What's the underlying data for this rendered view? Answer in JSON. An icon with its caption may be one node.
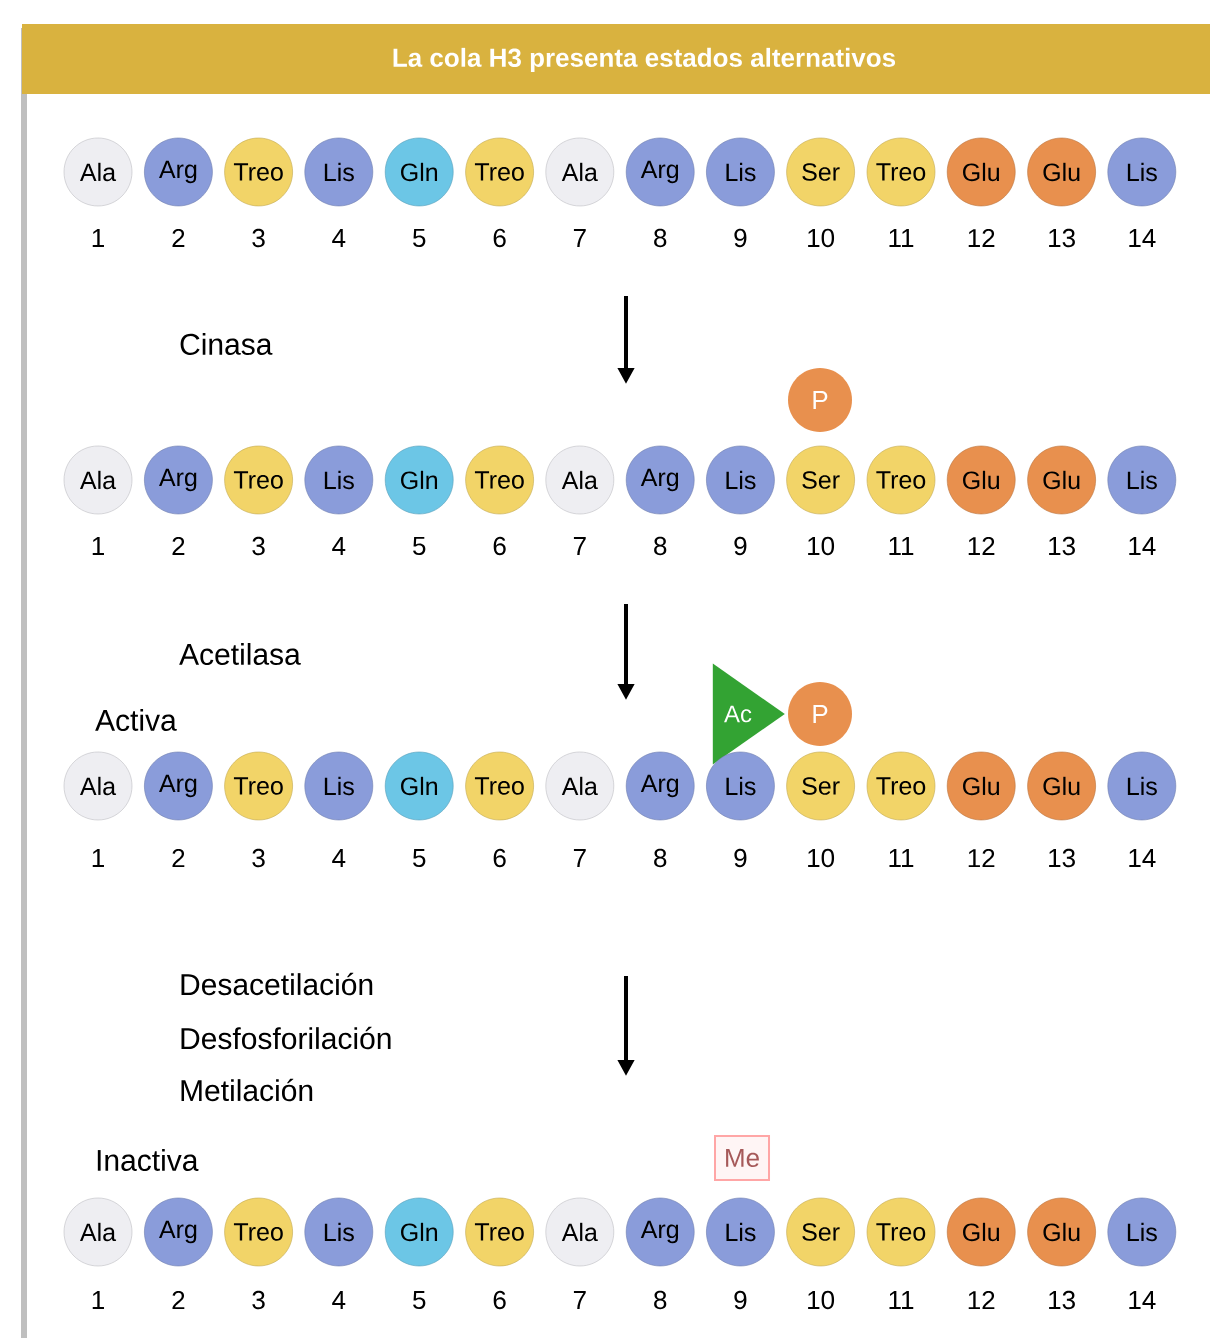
{
  "diagram": {
    "title": "La cola H3 presenta estados alternativos",
    "nodes": [
      {
        "text": [
          "Ala"
        ],
        "beside": [
          "1"
        ]
      },
      {
        "text": [
          "Arg"
        ],
        "beside": [
          "2"
        ]
      },
      {
        "text": [
          "Treo"
        ],
        "beside": [
          "3"
        ]
      },
      {
        "text": [
          "Lis"
        ],
        "beside": [
          "4"
        ]
      },
      {
        "text": [
          "Gln"
        ],
        "beside": [
          "5"
        ]
      },
      {
        "text": [
          "Treo"
        ],
        "beside": [
          "6"
        ]
      },
      {
        "text": [
          "Ala"
        ],
        "beside": [
          "7"
        ]
      },
      {
        "text": [
          "Arg"
        ],
        "beside": [
          "8"
        ]
      },
      {
        "text": [
          "Lis"
        ],
        "beside": [
          "9"
        ]
      },
      {
        "text": [
          "Ser"
        ],
        "beside": [
          "10"
        ]
      },
      {
        "text": [
          "Treo"
        ],
        "beside": [
          "11"
        ]
      },
      {
        "text": [
          "Glu"
        ],
        "beside": [
          "12"
        ]
      },
      {
        "text": [
          "Glu"
        ],
        "beside": [
          "13"
        ]
      },
      {
        "text": [
          "Lis"
        ],
        "beside": [
          "14"
        ]
      },
      {
        "text": [
          "P"
        ]
      },
      {
        "text": [
          "Ala"
        ],
        "beside": [
          "1"
        ]
      },
      {
        "text": [
          "Arg"
        ],
        "beside": [
          "2"
        ]
      },
      {
        "text": [
          "Treo"
        ],
        "beside": [
          "3"
        ]
      },
      {
        "text": [
          "Lis"
        ],
        "beside": [
          "4"
        ]
      },
      {
        "text": [
          "Gln"
        ],
        "beside": [
          "5"
        ]
      },
      {
        "text": [
          "Treo"
        ],
        "beside": [
          "6"
        ]
      },
      {
        "text": [
          "Ala"
        ],
        "beside": [
          "7"
        ]
      },
      {
        "text": [
          "Arg"
        ],
        "beside": [
          "8"
        ]
      },
      {
        "text": [
          "Lis"
        ],
        "beside": [
          "9"
        ]
      },
      {
        "text": [
          "Ser"
        ],
        "beside": [
          "10"
        ]
      },
      {
        "text": [
          "Treo"
        ],
        "beside": [
          "11"
        ]
      },
      {
        "text": [
          "Glu"
        ],
        "beside": [
          "12"
        ]
      },
      {
        "text": [
          "Glu"
        ],
        "beside": [
          "13"
        ]
      },
      {
        "text": [
          "Lis"
        ],
        "beside": [
          "14"
        ]
      },
      {
        "text": [
          "Ac"
        ]
      },
      {
        "text": [
          "P"
        ]
      },
      {
        "text": [
          "Ala"
        ],
        "beside": [
          "1"
        ]
      },
      {
        "text": [
          "Arg"
        ],
        "beside": [
          "2"
        ]
      },
      {
        "text": [
          "Treo"
        ],
        "beside": [
          "3"
        ]
      },
      {
        "text": [
          "Lis"
        ],
        "beside": [
          "4"
        ]
      },
      {
        "text": [
          "Gln"
        ],
        "beside": [
          "5"
        ]
      },
      {
        "text": [
          "Treo"
        ],
        "beside": [
          "6"
        ]
      },
      {
        "text": [
          "Ala"
        ],
        "beside": [
          "7"
        ]
      },
      {
        "text": [
          "Arg"
        ],
        "beside": [
          "8"
        ]
      },
      {
        "text": [
          "Lis"
        ],
        "beside": [
          "9"
        ]
      },
      {
        "text": [
          "Ser"
        ],
        "beside": [
          "10"
        ]
      },
      {
        "text": [
          "Treo"
        ],
        "beside": [
          "11"
        ]
      },
      {
        "text": [
          "Glu"
        ],
        "beside": [
          "12"
        ]
      },
      {
        "text": [
          "Glu"
        ],
        "beside": [
          "13"
        ]
      },
      {
        "text": [
          "Lis"
        ],
        "beside": [
          "14"
        ]
      },
      {
        "text": [
          "Me"
        ]
      },
      {
        "text": [
          "Ala"
        ],
        "beside": [
          "1"
        ]
      },
      {
        "text": [
          "Arg"
        ],
        "beside": [
          "2"
        ]
      },
      {
        "text": [
          "Treo"
        ],
        "beside": [
          "3"
        ]
      },
      {
        "text": [
          "Lis"
        ],
        "beside": [
          "4"
        ]
      },
      {
        "text": [
          "Gln"
        ],
        "beside": [
          "5"
        ]
      },
      {
        "text": [
          "Treo"
        ],
        "beside": [
          "6"
        ]
      },
      {
        "text": [
          "Ala"
        ],
        "beside": [
          "7"
        ]
      },
      {
        "text": [
          "Arg"
        ],
        "beside": [
          "8"
        ]
      },
      {
        "text": [
          "Lis"
        ],
        "beside": [
          "9"
        ]
      },
      {
        "text": [
          "Ser"
        ],
        "beside": [
          "10"
        ]
      },
      {
        "text": [
          "Treo"
        ],
        "beside": [
          "11"
        ]
      },
      {
        "text": [
          "Glu"
        ],
        "beside": [
          "12"
        ]
      },
      {
        "text": [
          "Glu"
        ],
        "beside": [
          "13"
        ]
      },
      {
        "text": [
          "Lis"
        ],
        "beside": [
          "14"
        ]
      }
    ],
    "labels": [
      "Cinasa",
      "Acetilasa",
      "Activa",
      "Desacetilación",
      "Desfosforilación",
      "Metilación",
      "Inactiva"
    ]
  }
}
